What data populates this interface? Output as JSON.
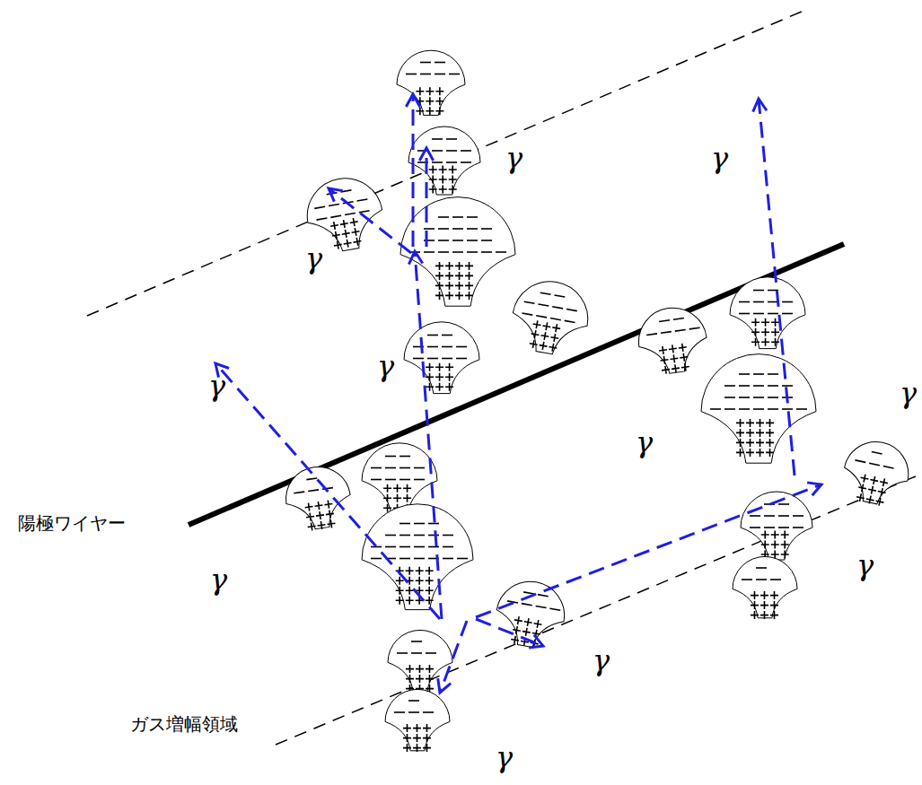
{
  "diagram": {
    "labels": [
      "陽極ワイヤー",
      "ガス増幅領域",
      "γ",
      "γ",
      "γ",
      "γ",
      "γ",
      "γ",
      "γ",
      "γ",
      "γ",
      "γ",
      "γ"
    ]
  }
}
